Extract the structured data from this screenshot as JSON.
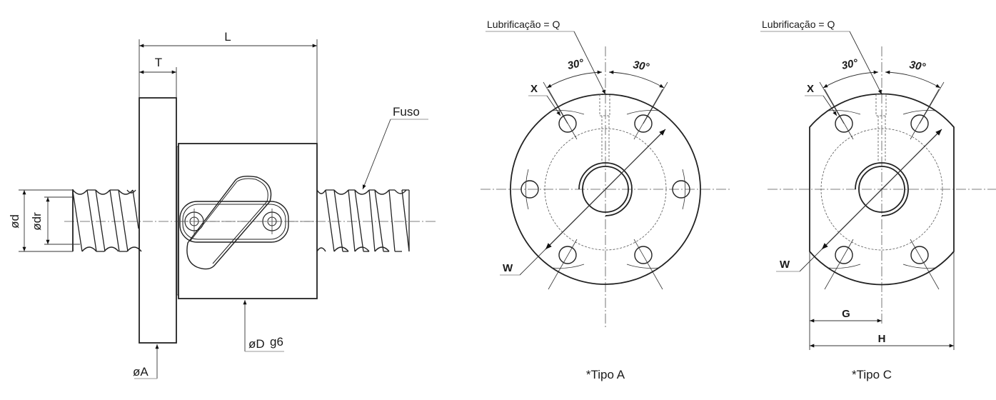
{
  "side_view": {
    "dim_L": "L",
    "dim_T": "T",
    "dim_d": "ød",
    "dim_dr": "ødr",
    "dim_A": "øA",
    "dim_D": "øD",
    "dim_D_tolerance": "g6",
    "screw_label": "Fuso"
  },
  "type_a": {
    "lubrication_label": "Lubrificação = Q",
    "angle_left": "30°",
    "angle_right": "30°",
    "hole_label": "X",
    "pcd_label": "W",
    "caption": "*Tipo A",
    "hole_count": 6
  },
  "type_c": {
    "lubrication_label": "Lubrificação = Q",
    "angle_left": "30°",
    "angle_right": "30°",
    "hole_label": "X",
    "pcd_label": "W",
    "dim_G": "G",
    "dim_H": "H",
    "caption": "*Tipo C",
    "hole_count": 4
  }
}
